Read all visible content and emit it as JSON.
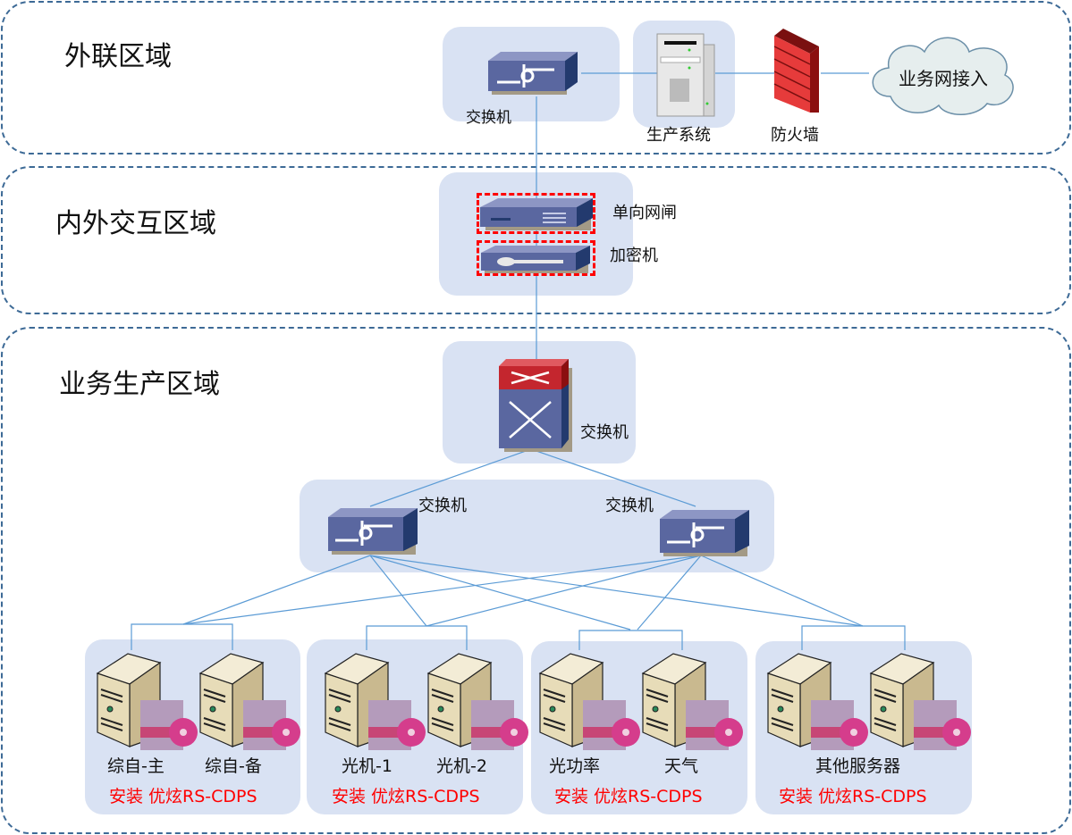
{
  "zones": {
    "external": {
      "title": "外联区域"
    },
    "interaction": {
      "title": "内外交互区域"
    },
    "production": {
      "title": "业务生产区域"
    }
  },
  "external": {
    "switch_label": "交换机",
    "production_system_label": "生产系统",
    "firewall_label": "防火墙",
    "cloud_label": "业务网接入"
  },
  "interaction": {
    "gateway_label": "单向网闸",
    "encryptor_label": "加密机"
  },
  "production": {
    "core_switch_label": "交换机",
    "left_switch_label": "交换机",
    "right_switch_label": "交换机",
    "groups": [
      {
        "servers": [
          "综自-主",
          "综自-备"
        ],
        "note": "安装  优炫RS-CDPS"
      },
      {
        "servers": [
          "光机-1",
          "光机-2"
        ],
        "note": "安装  优炫RS-CDPS"
      },
      {
        "servers": [
          "光功率",
          "天气"
        ],
        "note": "安装  优炫RS-CDPS"
      },
      {
        "servers": [
          "其他服务器",
          ""
        ],
        "note": "安装  优炫RS-CDPS"
      }
    ]
  },
  "colors": {
    "zone_border": "#3d6a96",
    "panel_bg": "#d9e2f3",
    "link": "#5b9bd5",
    "highlight": "#ff0000",
    "device_blue": "#5a67a0"
  }
}
